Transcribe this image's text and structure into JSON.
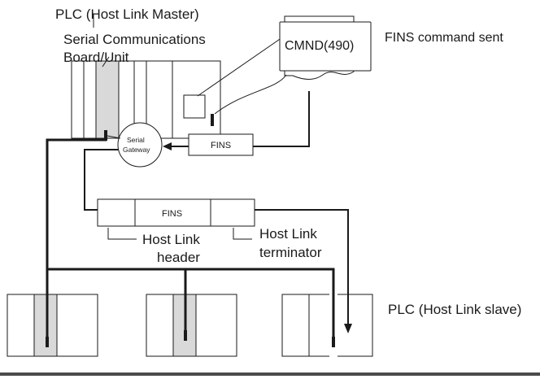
{
  "master": {
    "title": "PLC (Host Link Master)",
    "board_line1": "Serial Communications",
    "board_line2": "Board/Unit"
  },
  "command": {
    "box_label": "CMND(490)",
    "sent_label": "FINS command sent"
  },
  "gateway": {
    "line1": "Serial",
    "line2": "Gateway"
  },
  "fins_box": "FINS",
  "frame": {
    "fins": "FINS",
    "header_line1": "Host Link",
    "header_line2": "header",
    "terminator_line1": "Host Link",
    "terminator_line2": "terminator"
  },
  "slave_label": "PLC (Host Link slave)",
  "colors": {
    "line": "#1a1a1a",
    "unit_fill": "#d9d9d9",
    "background": "#ffffff"
  }
}
